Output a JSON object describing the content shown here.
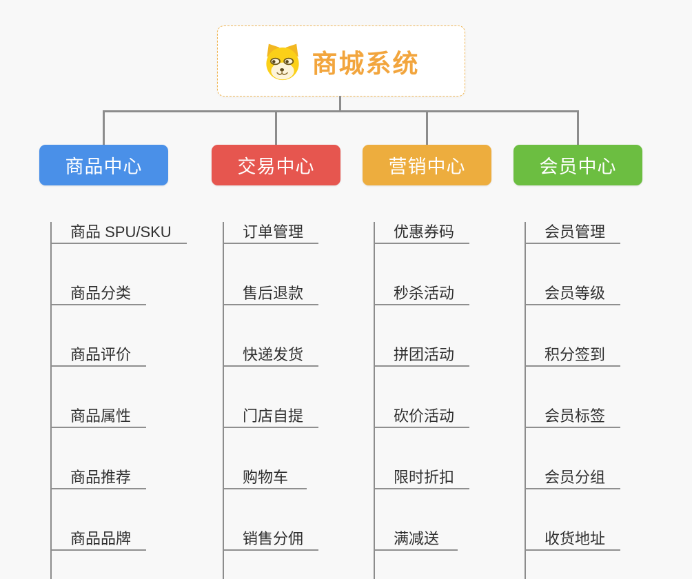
{
  "page": {
    "background": "#f8f8f8",
    "connector_color": "#8c8c8c"
  },
  "root": {
    "title": "商城系统",
    "icon": "doge-icon",
    "title_color": "#f2a53d",
    "border_color": "#f0b654"
  },
  "branches": [
    {
      "label": "商品中心",
      "color": "#4a90e8",
      "items": [
        "商品 SPU/SKU",
        "商品分类",
        "商品评价",
        "商品属性",
        "商品推荐",
        "商品品牌"
      ]
    },
    {
      "label": "交易中心",
      "color": "#e6564f",
      "items": [
        "订单管理",
        "售后退款",
        "快递发货",
        "门店自提",
        "购物车",
        "销售分佣"
      ]
    },
    {
      "label": "营销中心",
      "color": "#edad3e",
      "items": [
        "优惠券码",
        "秒杀活动",
        "拼团活动",
        "砍价活动",
        "限时折扣",
        "满减送"
      ]
    },
    {
      "label": "会员中心",
      "color": "#6cbe41",
      "items": [
        "会员管理",
        "会员等级",
        "积分签到",
        "会员标签",
        "会员分组",
        "收货地址"
      ]
    }
  ]
}
